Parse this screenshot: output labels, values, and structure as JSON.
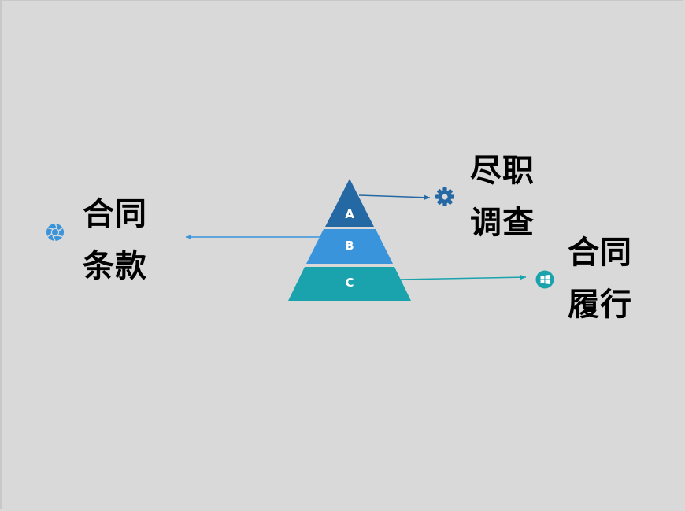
{
  "pyramid": {
    "tiers": [
      {
        "letter": "A",
        "color": "#2468a4"
      },
      {
        "letter": "B",
        "color": "#3a94db"
      },
      {
        "letter": "C",
        "color": "#1aa2ad"
      }
    ]
  },
  "callouts": {
    "left": {
      "line1": "合同",
      "line2": "条款",
      "icon": "aperture-icon",
      "icon_color": "#3a94db"
    },
    "top_right": {
      "line1": "尽职",
      "line2": "调查",
      "icon": "gear-icon",
      "icon_color": "#2468a4"
    },
    "bottom_right": {
      "line1": "合同",
      "line2": "履行",
      "icon": "windows-logo-icon",
      "icon_color": "#1aa2ad"
    }
  }
}
